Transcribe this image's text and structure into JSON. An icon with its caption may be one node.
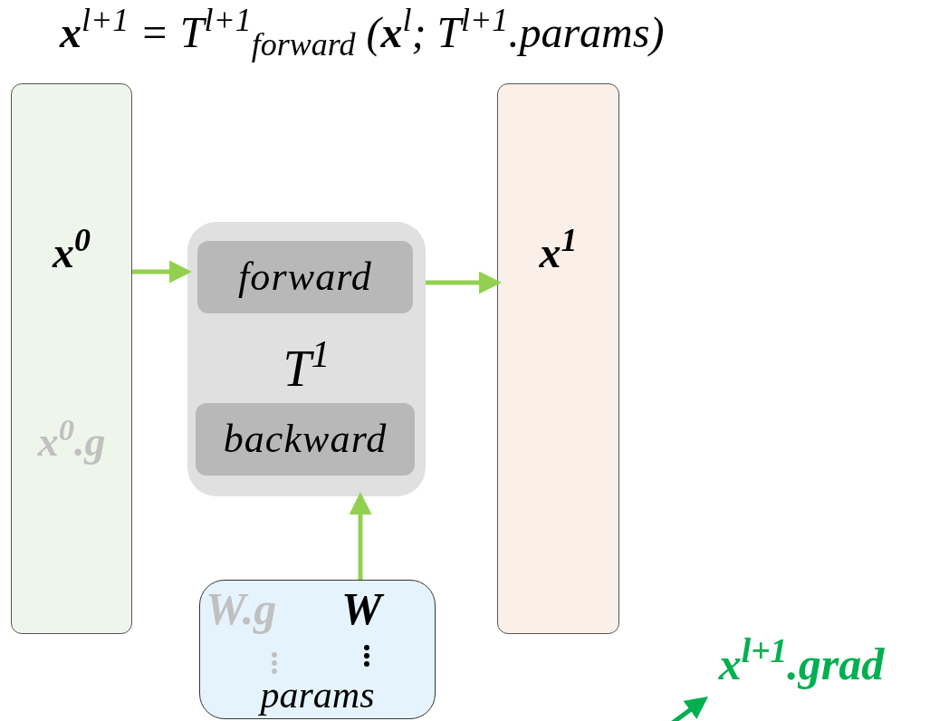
{
  "diagram": {
    "title": "**x**$^{l+1}$ = T$^{l+1}$$_{forward}$ (**x**$^{l}$; T$^{l+1}$.params)",
    "nodes": [
      {
        "text": [
          "x$^{0}$",
          "x$^{0}$.g"
        ]
      },
      {
        "text": [
          "T$^{1}$"
        ]
      },
      {
        "text": [
          "forward"
        ],
        "in": 1
      },
      {
        "text": [
          "backward"
        ],
        "in": 1
      },
      {
        "text": [
          "x$^{1}$"
        ]
      },
      {
        "text": [
          "W.g",
          "W",
          "params"
        ]
      },
      {
        "text": [
          "x$^{l+1}$.grad"
        ]
      }
    ],
    "edges": [
      {
        "from": 0,
        "to": 1,
        "arrow": "to"
      },
      {
        "from": 1,
        "to": 4,
        "arrow": "to"
      },
      {
        "from": 5,
        "to": 1,
        "arrow": "to"
      },
      {
        "from": null,
        "to": 6,
        "arrow": "to",
        "color": "#00b050"
      }
    ]
  }
}
